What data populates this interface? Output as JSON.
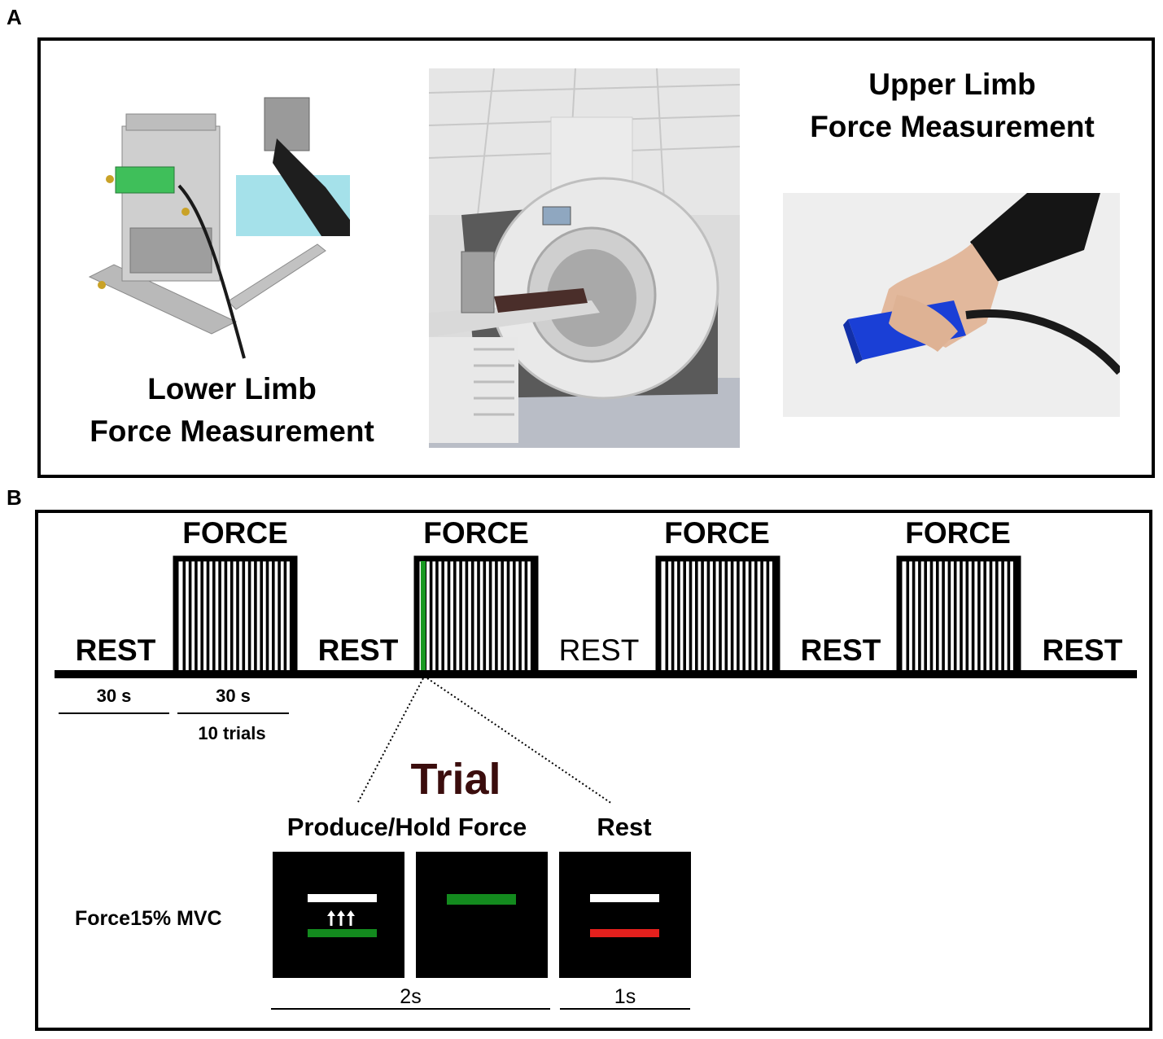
{
  "panel_a": {
    "letter": "A",
    "lower_caption": [
      "Lower Limb",
      "Force Measurement"
    ],
    "upper_caption": [
      "Upper Limb",
      "Force Measurement"
    ],
    "photos": [
      "lower-limb-device-photo",
      "mri-scanner-photo",
      "hand-grip-device-photo"
    ]
  },
  "panel_b": {
    "letter": "B",
    "blocks": [
      {
        "type": "rest",
        "label": "REST",
        "bold": true
      },
      {
        "type": "force",
        "label": "FORCE"
      },
      {
        "type": "rest",
        "label": "REST",
        "bold": true
      },
      {
        "type": "force",
        "label": "FORCE",
        "highlight_first_trial": true
      },
      {
        "type": "rest",
        "label": "REST",
        "bold": false
      },
      {
        "type": "force",
        "label": "FORCE"
      },
      {
        "type": "rest",
        "label": "REST",
        "bold": true
      },
      {
        "type": "force",
        "label": "FORCE"
      },
      {
        "type": "rest",
        "label": "REST",
        "bold": true
      }
    ],
    "trials_per_block": 10,
    "rest_duration": "30 s",
    "force_duration": "30 s",
    "trials_label": "10 trials",
    "trial_title": "Trial",
    "produce_label": "Produce/Hold Force",
    "rest_label": "Rest",
    "condition_label": "Force15% MVC",
    "produce_duration": "2s",
    "rest_trial_duration": "1s",
    "colors": {
      "trial_title": "#3b0d0d",
      "target_bar": "#ffffff",
      "force_bar": "#138a1e",
      "rest_bar": "#e4201d",
      "highlight_trial": "#1a9a22"
    }
  }
}
